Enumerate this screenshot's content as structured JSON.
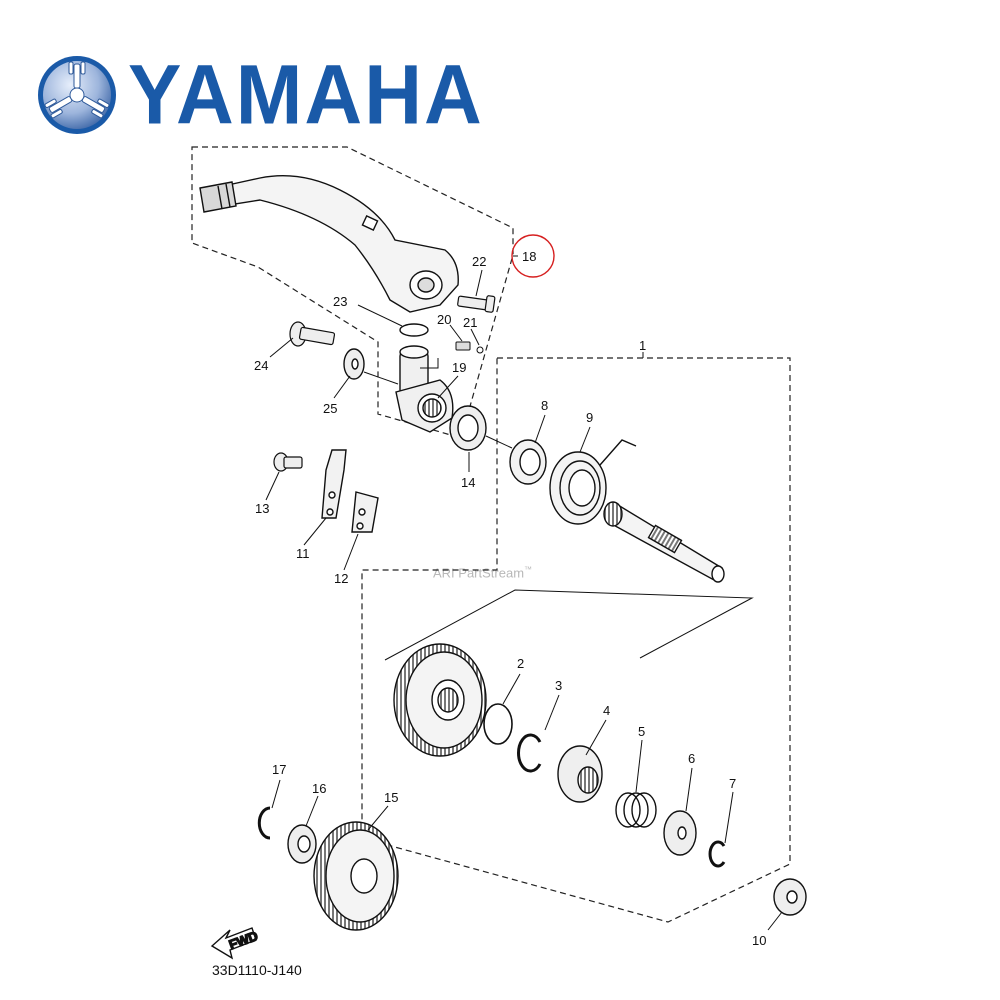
{
  "brand": {
    "name": "YAMAHA",
    "primary_color": "#1a5aa8",
    "logo": "tuning-fork-emblem"
  },
  "watermark": {
    "text": "ARI PartStream",
    "mark": "™"
  },
  "diagram": {
    "code": "33D1110-J140",
    "fwd_label": "FWD",
    "highlight_color": "#d62020",
    "highlighted_callout": "18",
    "callouts": [
      "1",
      "2",
      "3",
      "4",
      "5",
      "6",
      "7",
      "8",
      "9",
      "10",
      "11",
      "12",
      "13",
      "14",
      "15",
      "16",
      "17",
      "18",
      "19",
      "20",
      "21",
      "22",
      "23",
      "24",
      "25"
    ]
  }
}
